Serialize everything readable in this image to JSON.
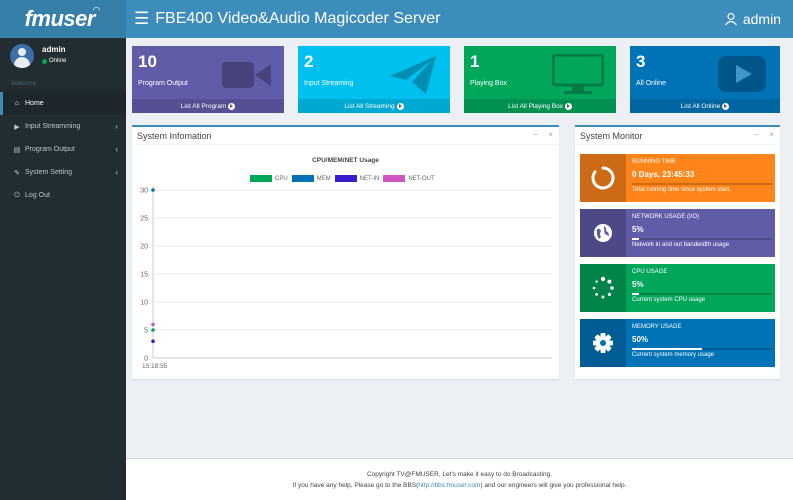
{
  "header": {
    "logo": "fmuser",
    "title": "FBE400 Video&Audio Magicoder Server",
    "user": "admin"
  },
  "sidebar": {
    "user_name": "admin",
    "status": "Online",
    "welcome": "Welcome.",
    "items": [
      {
        "label": "Home",
        "icon": "home-icon",
        "active": true
      },
      {
        "label": "Input Streamming",
        "icon": "play-icon"
      },
      {
        "label": "Program Output",
        "icon": "list-icon"
      },
      {
        "label": "System Setting",
        "icon": "wrench-icon"
      },
      {
        "label": "Log Out",
        "icon": "power-icon"
      }
    ]
  },
  "tiles": [
    {
      "num": "10",
      "label": "Program Output",
      "link": "List All Program",
      "color": "#605ca8",
      "icon": "video-camera-icon"
    },
    {
      "num": "2",
      "label": "Input Streaming",
      "link": "List All Streaming",
      "color": "#00c0ef",
      "icon": "paper-plane-icon"
    },
    {
      "num": "1",
      "label": "Playing Box",
      "link": "List All Playing Box",
      "color": "#00a65a",
      "icon": "monitor-icon"
    },
    {
      "num": "3",
      "label": "All Online",
      "link": "List All Online",
      "color": "#0073b7",
      "icon": "play-box-icon"
    }
  ],
  "sysinfo": {
    "title": "System Infomation",
    "minimize": "−",
    "close": "×"
  },
  "monitor": {
    "title": "System Monitor",
    "minimize": "−",
    "close": "×",
    "items": [
      {
        "title": "RUNNING TIME",
        "value": "0 Days, 23:45:33",
        "desc": "Total running time since system start.",
        "color": "#ff851b",
        "progress": 0,
        "icon": "circle-notch-icon"
      },
      {
        "title": "NETWORK USAGE (I/O)",
        "value": "5%",
        "desc": "Network in and out bandwidth usage",
        "color": "#605ca8",
        "progress": 5,
        "icon": "globe-icon"
      },
      {
        "title": "CPU USAGE",
        "value": "5%",
        "desc": "Current system CPU usage",
        "color": "#00a65a",
        "progress": 5,
        "icon": "spinner-icon"
      },
      {
        "title": "MEMORY USAGE",
        "value": "50%",
        "desc": "Current system memory usage",
        "color": "#0073b7",
        "progress": 50,
        "icon": "gear-icon"
      }
    ]
  },
  "chart_data": {
    "type": "scatter",
    "title": "CPU/MEM/NET Usage",
    "xlabel": "",
    "ylabel": "",
    "ylim": [
      0,
      30
    ],
    "yticks": [
      0,
      5,
      10,
      15,
      20,
      25,
      30
    ],
    "categories": [
      "15:18:55"
    ],
    "series": [
      {
        "name": "CPU",
        "color": "#00a65a",
        "values": [
          5
        ]
      },
      {
        "name": "MEM",
        "color": "#0073b7",
        "values": [
          30
        ]
      },
      {
        "name": "NET-IN",
        "color": "#3c1ccf",
        "values": [
          3
        ]
      },
      {
        "name": "NET-OUT",
        "color": "#d255c4",
        "values": [
          6
        ]
      }
    ],
    "grid": true,
    "legend": "top"
  },
  "footer": {
    "line1": "Copyright TV@FMUSER, Let's make it easy to do Broadcasting.",
    "line2_pre": "If you have any help, Please go to the BBS(",
    "link": "http://bbs.fmuser.com",
    "line2_post": ") and our engineers will give you professional help."
  }
}
